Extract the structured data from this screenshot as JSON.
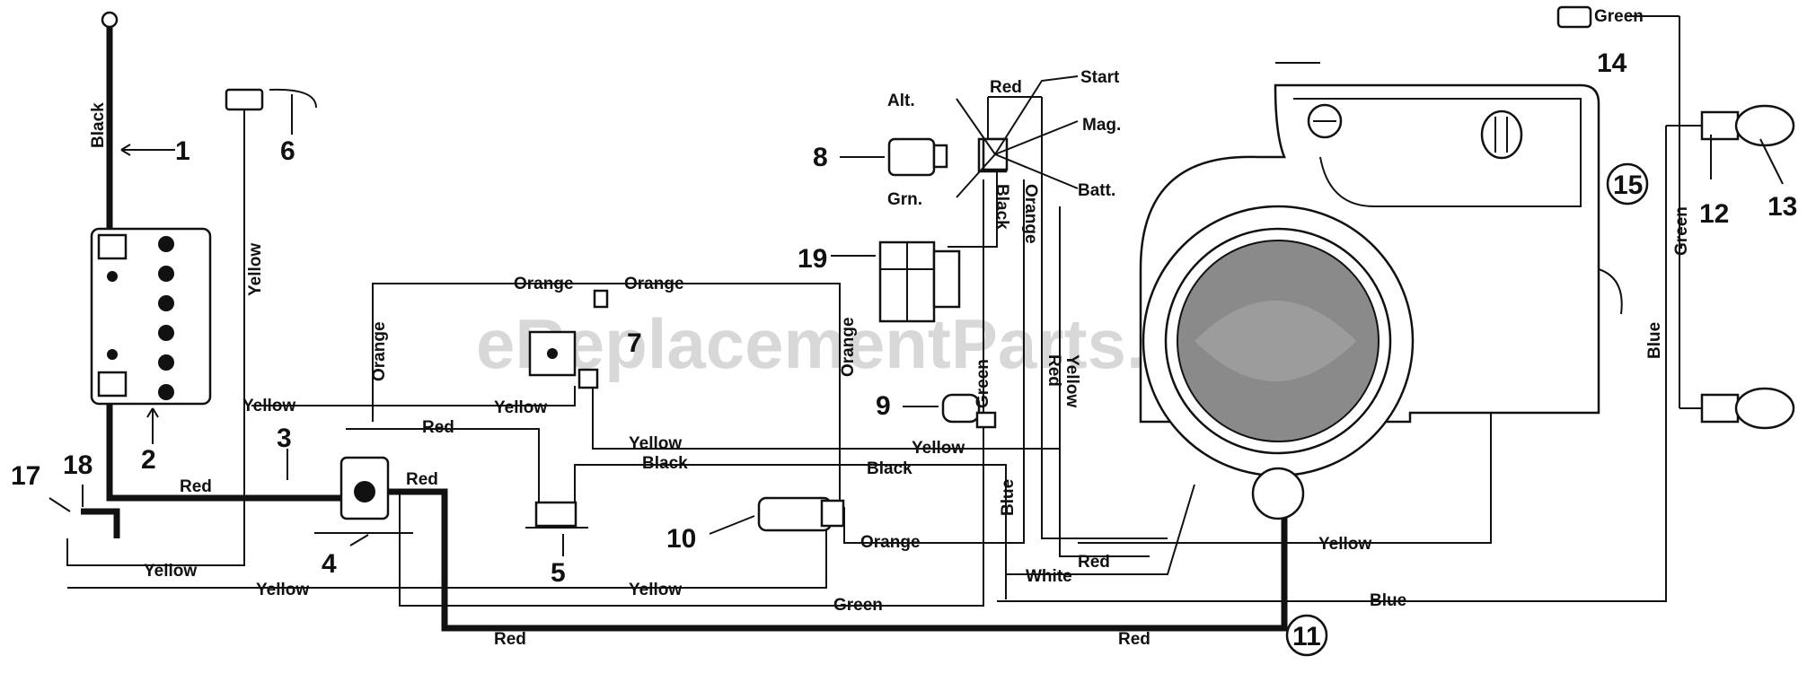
{
  "watermark": "eReplacementParts.com",
  "callouts": [
    "1",
    "2",
    "3",
    "4",
    "5",
    "6",
    "7",
    "8",
    "9",
    "10",
    "11",
    "12",
    "13",
    "14",
    "15",
    "17",
    "18",
    "19"
  ],
  "wire_labels": {
    "black_battery": "Black",
    "yellow_vertical": "Yellow",
    "orange_left": "Orange",
    "orange_top_left": "Orange",
    "orange_top_right": "Orange",
    "orange_right_vertical": "Orange",
    "yellow_upper": "Yellow",
    "yellow_upper_left": "Yellow",
    "red_upper": "Red",
    "red_solenoid": "Red",
    "red_battery": "Red",
    "yellow_mid": "Yellow",
    "black_mid": "Black",
    "yellow_right_mid": "Yellow",
    "black_right_mid": "Black",
    "orange_bottom": "Orange",
    "yellow_bottom_1": "Yellow",
    "yellow_bottom_2": "Yellow",
    "yellow_bottom_3": "Yellow",
    "green_bottom": "Green",
    "red_bottom_1": "Red",
    "red_bottom_2": "Red",
    "white": "White",
    "red_engine": "Red",
    "yellow_engine": "Yellow",
    "blue_bottom": "Blue",
    "blue_vertical": "Blue",
    "green_vertical": "Green",
    "red_vertical": "Red",
    "yellow_vertical_engine": "Yellow",
    "red_key_top": "Red",
    "black_key": "Black",
    "orange_key": "Orange",
    "green_key": "Green",
    "blue_right": "Blue",
    "green_right": "Green",
    "green_top_right": "Green"
  },
  "switch_terms": {
    "start": "Start",
    "alt": "Alt.",
    "mag": "Mag.",
    "grn": "Grn.",
    "batt": "Batt."
  }
}
